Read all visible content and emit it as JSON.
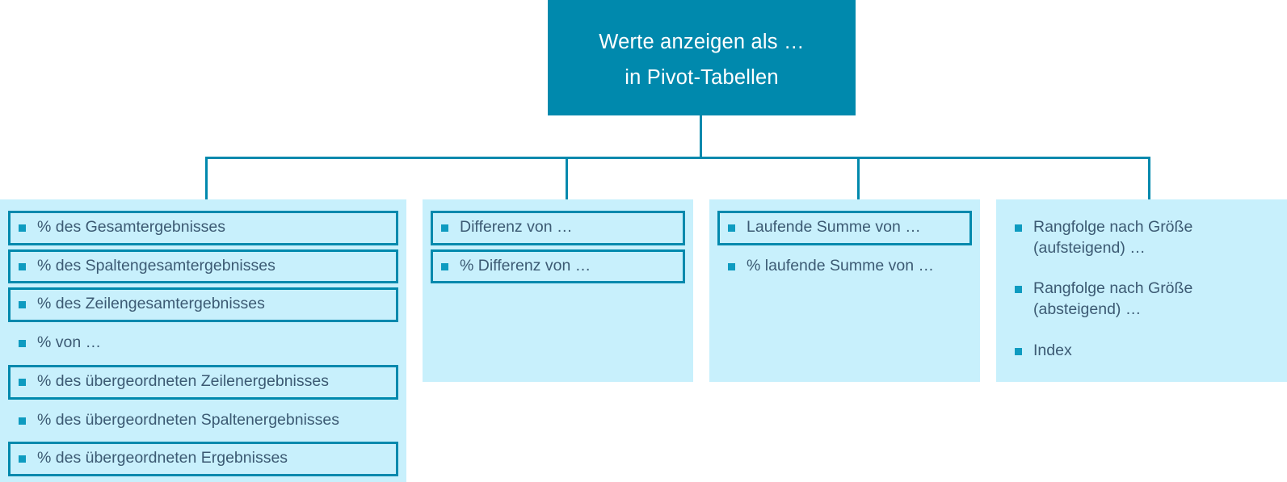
{
  "colors": {
    "accent": "#0089AD",
    "panel_bg": "#C8F0FC",
    "text": "#3C5A73",
    "bullet": "#0E9BC0",
    "header_text": "#FFFFFF"
  },
  "root": {
    "line1": "Werte anzeigen als …",
    "line2": "in Pivot-Tabellen"
  },
  "columns": [
    {
      "id": "prozent-gruppe",
      "items": [
        {
          "label": "% des Gesamtergebnisses",
          "boxed": true
        },
        {
          "label": "% des Spaltengesamtergebnisses",
          "boxed": true
        },
        {
          "label": "% des Zeilengesamtergebnisses",
          "boxed": true
        },
        {
          "label": "% von …",
          "boxed": false
        },
        {
          "label": "% des übergeordneten Zeilenergebnisses",
          "boxed": true
        },
        {
          "label": "% des übergeordneten Spaltenergebnisses",
          "boxed": false
        },
        {
          "label": "% des übergeordneten Ergebnisses",
          "boxed": true
        }
      ]
    },
    {
      "id": "differenz-gruppe",
      "items": [
        {
          "label": "Differenz von …",
          "boxed": true
        },
        {
          "label": "% Differenz von …",
          "boxed": true
        }
      ]
    },
    {
      "id": "laufende-summe-gruppe",
      "items": [
        {
          "label": "Laufende Summe von …",
          "boxed": true
        },
        {
          "label": "% laufende Summe von …",
          "boxed": false
        }
      ]
    },
    {
      "id": "rangfolge-gruppe",
      "items": [
        {
          "label": "Rangfolge nach Größe (aufsteigend) …",
          "boxed": false
        },
        {
          "label": "Rangfolge nach Größe (absteigend) …",
          "boxed": false
        },
        {
          "label": "Index",
          "boxed": false
        }
      ]
    }
  ]
}
